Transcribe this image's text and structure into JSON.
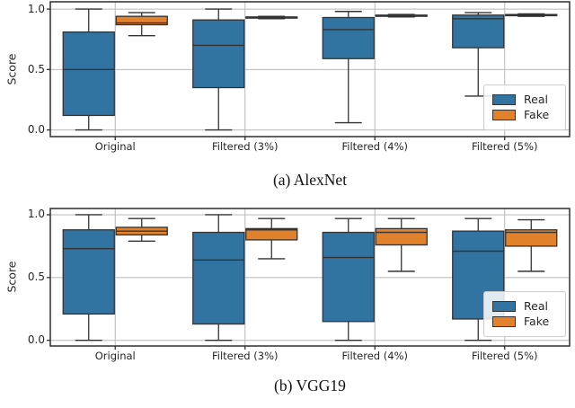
{
  "colors": {
    "real": "#3274a1",
    "fake": "#e1812c",
    "box_edge": "#333333",
    "grid": "#b8b8b8",
    "spine": "#2f2f2f",
    "background": "#ffffff"
  },
  "chart_data": [
    {
      "type": "boxplot",
      "caption": "(a) AlexNet",
      "ylabel": "Score",
      "categories": [
        "Original",
        "Filtered (3%)",
        "Filtered (4%)",
        "Filtered (5%)"
      ],
      "yticks": [
        0.0,
        0.5,
        1.0
      ],
      "ytick_labels": [
        "0.0",
        "0.5",
        "1.0"
      ],
      "ylim": [
        -0.055,
        1.06
      ],
      "grid": true,
      "legend_position": "lower right",
      "series": [
        {
          "name": "Real",
          "color": "#3274a1",
          "boxes": [
            {
              "whislo": 0.0,
              "q1": 0.12,
              "med": 0.5,
              "q3": 0.81,
              "whishi": 1.0
            },
            {
              "whislo": 0.0,
              "q1": 0.35,
              "med": 0.7,
              "q3": 0.91,
              "whishi": 1.0
            },
            {
              "whislo": 0.06,
              "q1": 0.59,
              "med": 0.83,
              "q3": 0.93,
              "whishi": 0.98
            },
            {
              "whislo": 0.28,
              "q1": 0.68,
              "med": 0.92,
              "q3": 0.95,
              "whishi": 0.97
            }
          ]
        },
        {
          "name": "Fake",
          "color": "#e1812c",
          "boxes": [
            {
              "whislo": 0.78,
              "q1": 0.87,
              "med": 0.885,
              "q3": 0.94,
              "whishi": 0.97
            },
            {
              "whislo": 0.92,
              "q1": 0.925,
              "med": 0.93,
              "q3": 0.935,
              "whishi": 0.94
            },
            {
              "whislo": 0.935,
              "q1": 0.94,
              "med": 0.945,
              "q3": 0.95,
              "whishi": 0.955
            },
            {
              "whislo": 0.94,
              "q1": 0.945,
              "med": 0.95,
              "q3": 0.955,
              "whishi": 0.96
            }
          ]
        }
      ]
    },
    {
      "type": "boxplot",
      "caption": "(b) VGG19",
      "ylabel": "Score",
      "categories": [
        "Original",
        "Filtered (3%)",
        "Filtered (4%)",
        "Filtered (5%)"
      ],
      "yticks": [
        0.0,
        0.5,
        1.0
      ],
      "ytick_labels": [
        "0.0",
        "0.5",
        "1.0"
      ],
      "ylim": [
        -0.045,
        1.05
      ],
      "grid": true,
      "legend_position": "lower right",
      "series": [
        {
          "name": "Real",
          "color": "#3274a1",
          "boxes": [
            {
              "whislo": 0.0,
              "q1": 0.21,
              "med": 0.73,
              "q3": 0.88,
              "whishi": 1.0
            },
            {
              "whislo": 0.0,
              "q1": 0.13,
              "med": 0.64,
              "q3": 0.86,
              "whishi": 1.0
            },
            {
              "whislo": 0.0,
              "q1": 0.15,
              "med": 0.66,
              "q3": 0.86,
              "whishi": 0.97
            },
            {
              "whislo": 0.0,
              "q1": 0.17,
              "med": 0.71,
              "q3": 0.87,
              "whishi": 0.97
            }
          ]
        },
        {
          "name": "Fake",
          "color": "#e1812c",
          "boxes": [
            {
              "whislo": 0.79,
              "q1": 0.84,
              "med": 0.87,
              "q3": 0.9,
              "whishi": 0.97
            },
            {
              "whislo": 0.65,
              "q1": 0.8,
              "med": 0.88,
              "q3": 0.89,
              "whishi": 0.97
            },
            {
              "whislo": 0.55,
              "q1": 0.76,
              "med": 0.86,
              "q3": 0.89,
              "whishi": 0.97
            },
            {
              "whislo": 0.55,
              "q1": 0.75,
              "med": 0.86,
              "q3": 0.88,
              "whishi": 0.96
            }
          ]
        }
      ]
    }
  ]
}
